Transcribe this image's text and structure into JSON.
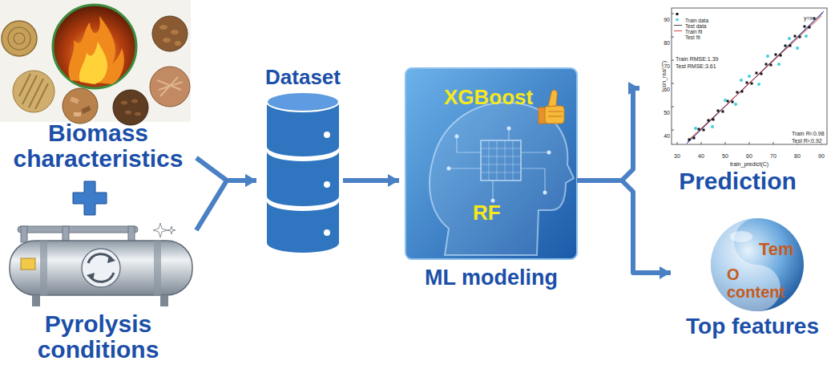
{
  "diagram": {
    "nodes": [
      {
        "text": [
          "Biomass characteristics"
        ]
      },
      {
        "text": [
          "Pyrolysis conditions"
        ]
      },
      {
        "text": [
          "Dataset"
        ]
      },
      {
        "text": [
          "XGBoost",
          "RF",
          "ML modeling"
        ]
      },
      {
        "text": [
          "Prediction"
        ]
      },
      {
        "text": [
          "Tem",
          "O content",
          "Top features"
        ]
      }
    ],
    "edges": [
      {
        "from": 0,
        "to": 2,
        "arrow": "to"
      },
      {
        "from": 1,
        "to": 2,
        "arrow": "to"
      },
      {
        "from": 2,
        "to": 3,
        "arrow": "to"
      },
      {
        "from": 3,
        "to": 4,
        "arrow": "to"
      },
      {
        "from": 3,
        "to": 5,
        "arrow": "to"
      }
    ],
    "labels": [
      "y=x",
      "Train RMSE:1.39",
      "Test RMSE:3.61",
      "Train R²:0.98",
      "Test R²:0.92",
      "train_real(C)",
      "train_predict(C)",
      "30",
      "40",
      "50",
      "60",
      "70",
      "80",
      "90",
      "90",
      "80",
      "70",
      "60",
      "50",
      "40"
    ],
    "legend": [
      {
        "text": "Train data"
      },
      {
        "text": "Test data"
      },
      {
        "text": "Train fit"
      },
      {
        "text": "Test fit"
      }
    ]
  }
}
